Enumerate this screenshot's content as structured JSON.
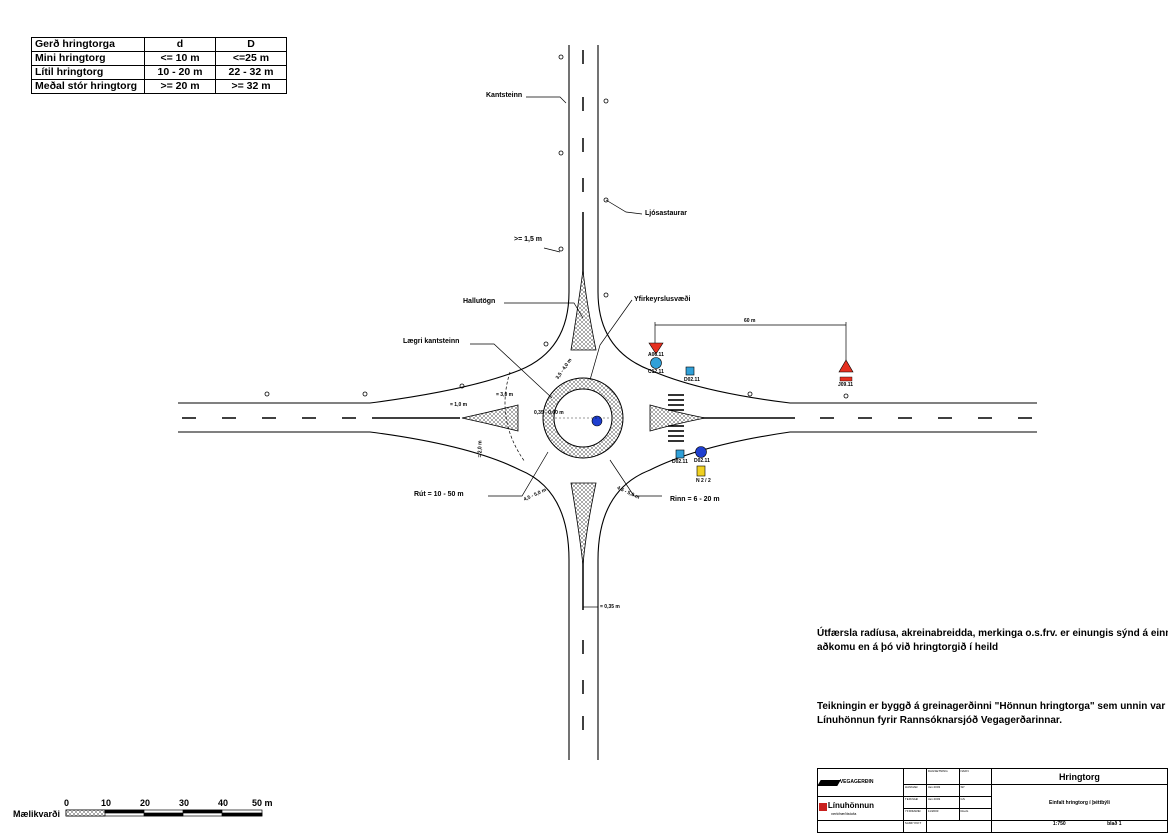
{
  "table": {
    "header": [
      "Gerð hringtorga",
      "d",
      "D"
    ],
    "rows": [
      [
        "Mini hringtorg",
        "<= 10 m",
        "<=25 m"
      ],
      [
        "Lítil hringtorg",
        "10 - 20 m",
        "22 - 32 m"
      ],
      [
        "Meðal stór hringtorg",
        ">= 20 m",
        ">= 32 m"
      ]
    ]
  },
  "labels": {
    "kantsteinn": "Kantsteinn",
    "ljosastaurar": "Ljósastaurar",
    "width_15": ">= 1,5 m",
    "hallutogn": "Hallutögn",
    "yfirkeyrslusvaedi": "Yfirkeyrslusvæði",
    "laegri_kantsteinn": "Lægri kantsteinn",
    "dist_60": "60 m",
    "rut": "Rút = 10 - 50 m",
    "rinn": "Rinn = 6 - 20 m",
    "width_035": "= 0,35 m",
    "island_10": "= 1,0 m",
    "island_20": "= 2,0 m",
    "island_30": "= 3,0 m",
    "r_dim_1": "3,5 - 4,0 m",
    "r_dim_2": "4,5 - 5,0 m",
    "r_dim_3": "4,5 - 5,0 m",
    "apron_width": "0,35 - 0,60 m",
    "sign_a06": "A06.11",
    "sign_c": "C12.11",
    "sign_d": "D02.11",
    "sign_d2": "D02.11",
    "sign_d3": "D02.11",
    "sign_j": "J09.11",
    "sign_n": "N 2 / 2"
  },
  "notes": {
    "note1": "Útfærsla radíusa, akreinabreidda, merkinga o.s.frv. er einungis sýnd á einni aðkomu en á þó við hringtorgið í heild",
    "note2": "Teikningin er byggð á greinagerðinni \"Hönnun hringtorga\" sem unnin var af Línuhönnun fyrir Rannsóknarsjóð Vegagerðarinnar."
  },
  "scale": {
    "label": "Mælikvarði",
    "ticks": [
      "0",
      "10",
      "20",
      "30",
      "40",
      "50 m"
    ]
  },
  "titleblock": {
    "org1": "VEGAGERÐIN",
    "org2": "Línuhönnun",
    "org2_sub": "verkfræðistofa",
    "title": "Hringtorg",
    "subtitle": "Einfalt hringtorg í þéttbýli",
    "sheet": "blað 1",
    "scale_value": "1:750",
    "col_date": "DAGSETNING",
    "col_init": "NAFN",
    "row1": "HANNAÐ",
    "row2": "TEIKNAÐ",
    "row3": "YFIRFARIÐ",
    "row4": "SAMÞYKKT",
    "d1": "Jan 2003",
    "d2": "Jan 2003",
    "d3": "11/2003",
    "i1": "SP",
    "i2": "GS",
    "i3": "RooG"
  },
  "colors": {
    "line": "#000000",
    "island": "#bbbbbb",
    "sign_red": "#e53020",
    "sign_yellow": "#f0d020",
    "sign_blue": "#1f3fd0",
    "sign_cyan": "#30a0d8",
    "brand_red": "#c8201e"
  }
}
